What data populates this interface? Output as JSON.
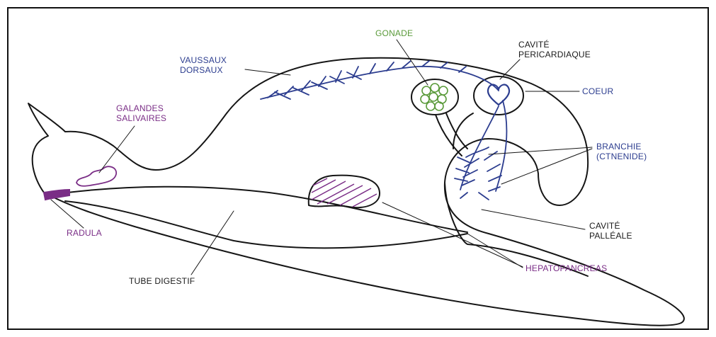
{
  "colors": {
    "outline": "#151515",
    "vessel": "#2c3d8f",
    "gland": "#7a2d86",
    "gonad": "#5a9a3a"
  },
  "labels": {
    "gonade": "GONADE",
    "cavite_pericardiaque": "CAVITÉ\nPERICARDIAQUE",
    "vaussaux_dorsaux": "VAUSSAUX\nDORSAUX",
    "coeur": "COEUR",
    "galandes_salivaires": "GALANDES\nSALIVAIRES",
    "branchie": "BRANCHIE\n(CTNENIDE)",
    "radula": "RADULA",
    "cavite_palleale": "CAVITÉ\nPALLÉALE",
    "hepatopancreas": "HEPATOPANCREAS",
    "tube_digestif": "TUBE DIGESTIF"
  }
}
